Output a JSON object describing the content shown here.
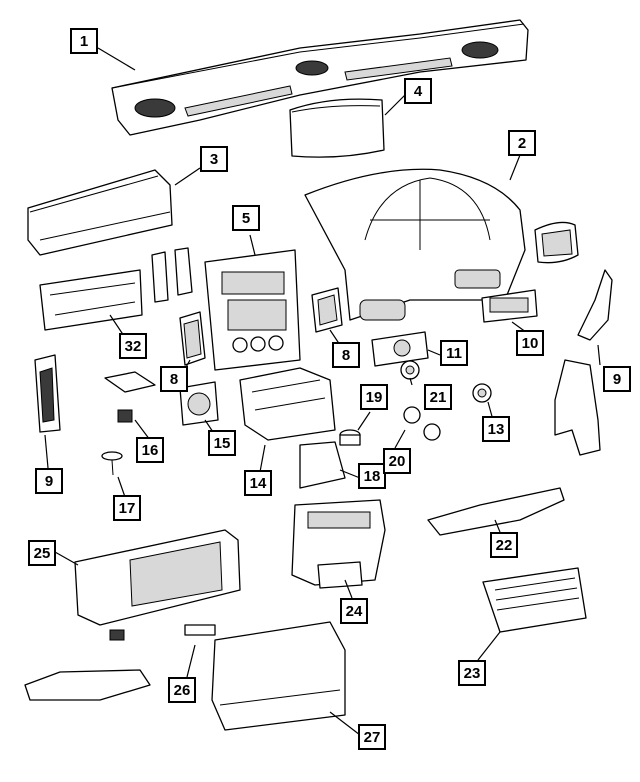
{
  "diagram": {
    "callouts": [
      {
        "id": "c1",
        "label": "1"
      },
      {
        "id": "c2",
        "label": "2"
      },
      {
        "id": "c3",
        "label": "3"
      },
      {
        "id": "c4",
        "label": "4"
      },
      {
        "id": "c5",
        "label": "5"
      },
      {
        "id": "c8a",
        "label": "8"
      },
      {
        "id": "c8b",
        "label": "8"
      },
      {
        "id": "c9a",
        "label": "9"
      },
      {
        "id": "c9b",
        "label": "9"
      },
      {
        "id": "c10",
        "label": "10"
      },
      {
        "id": "c11",
        "label": "11"
      },
      {
        "id": "c13",
        "label": "13"
      },
      {
        "id": "c14",
        "label": "14"
      },
      {
        "id": "c15",
        "label": "15"
      },
      {
        "id": "c16",
        "label": "16"
      },
      {
        "id": "c17",
        "label": "17"
      },
      {
        "id": "c18",
        "label": "18"
      },
      {
        "id": "c19",
        "label": "19"
      },
      {
        "id": "c20",
        "label": "20"
      },
      {
        "id": "c21",
        "label": "21"
      },
      {
        "id": "c22",
        "label": "22"
      },
      {
        "id": "c23",
        "label": "23"
      },
      {
        "id": "c24",
        "label": "24"
      },
      {
        "id": "c25",
        "label": "25"
      },
      {
        "id": "c26",
        "label": "26"
      },
      {
        "id": "c27",
        "label": "27"
      },
      {
        "id": "c32",
        "label": "32"
      }
    ]
  }
}
